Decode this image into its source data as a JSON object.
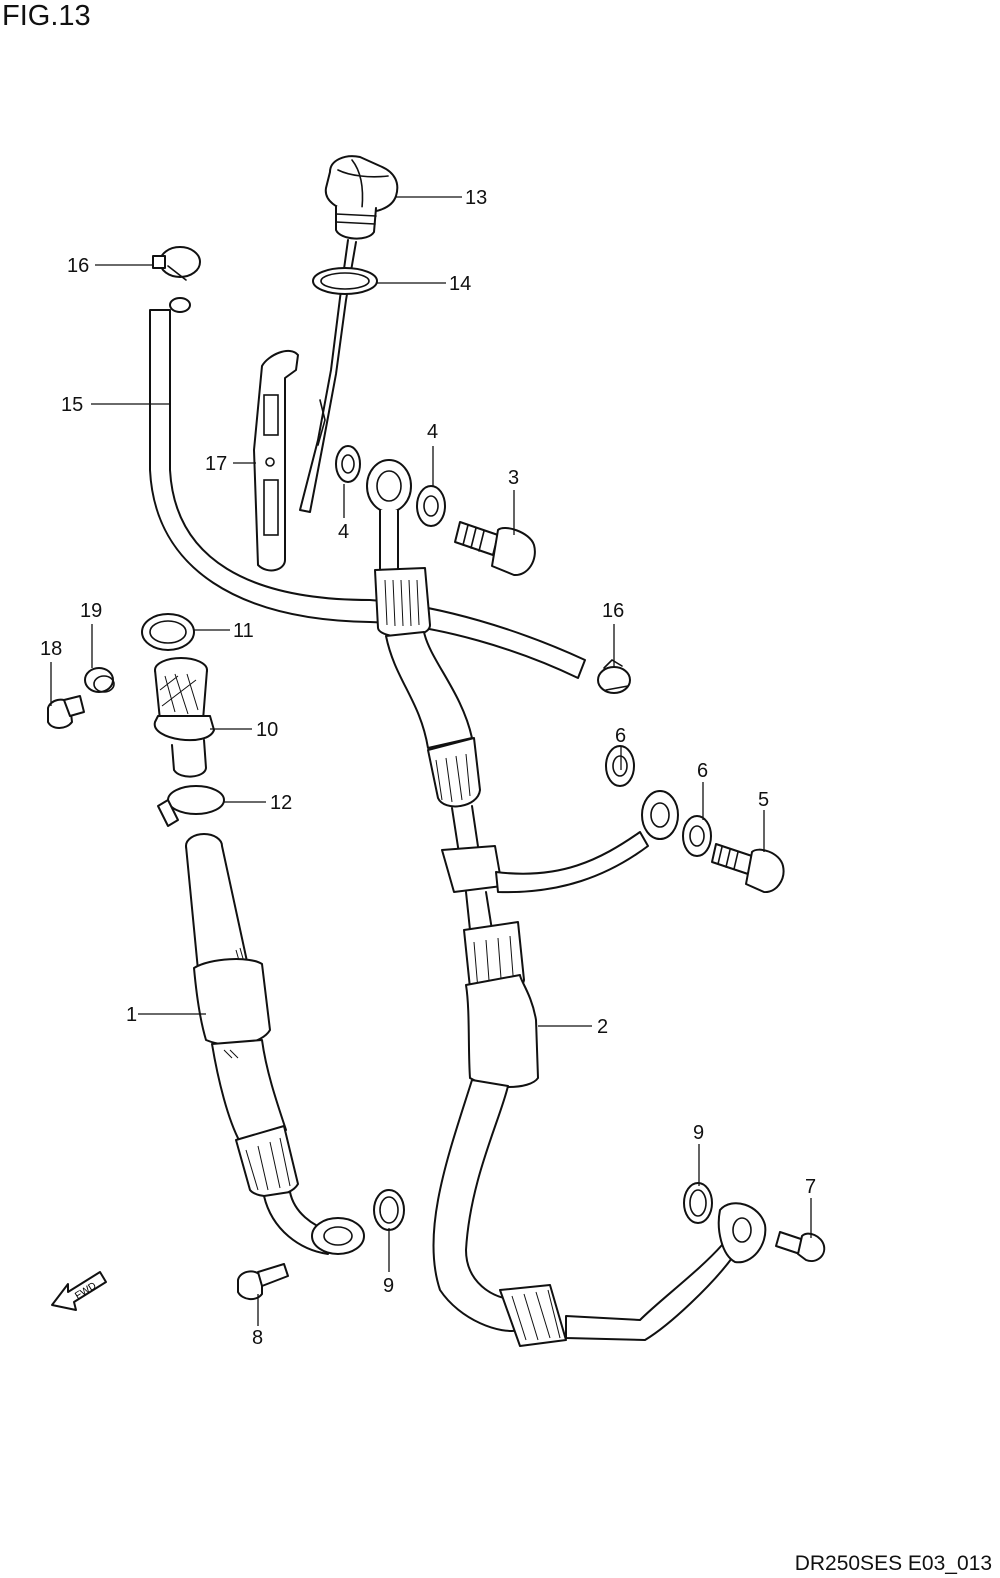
{
  "figure": {
    "title": "FIG.13",
    "code": "DR250SES E03_013"
  },
  "callouts": {
    "c1": "1",
    "c2": "2",
    "c3": "3",
    "c4a": "4",
    "c4b": "4",
    "c5": "5",
    "c6a": "6",
    "c6b": "6",
    "c7": "7",
    "c8": "8",
    "c9a": "9",
    "c9b": "9",
    "c10": "10",
    "c11": "11",
    "c12": "12",
    "c13": "13",
    "c14": "14",
    "c15": "15",
    "c16a": "16",
    "c16b": "16",
    "c17": "17",
    "c18": "18",
    "c19": "19"
  },
  "fwd_label": "FWD"
}
